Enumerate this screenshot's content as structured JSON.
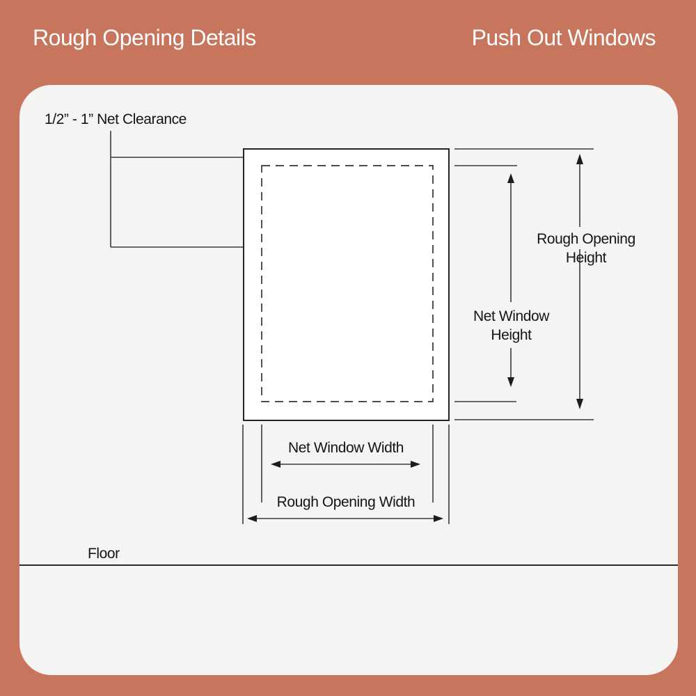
{
  "header": {
    "left_title": "Rough Opening Details",
    "right_title": "Push Out Windows"
  },
  "diagram": {
    "net_clearance_label": "1/2” - 1” Net Clearance",
    "rough_opening_height_label": "Rough Opening Height",
    "net_window_height_line1": "Net Window",
    "net_window_height_line2": "Height",
    "net_window_width_label": "Net Window Width",
    "rough_opening_width_label": "Rough Opening Width",
    "floor_label": "Floor"
  },
  "colors": {
    "page_background": "#c7755d",
    "card_background": "#f4f4f2",
    "window_fill": "#ffffff",
    "frame_stroke": "#242424",
    "dimension_line": "#3a3a3a",
    "arrowhead": "#1c1c1c",
    "text": "#141414",
    "header_text": "#ffffff"
  }
}
